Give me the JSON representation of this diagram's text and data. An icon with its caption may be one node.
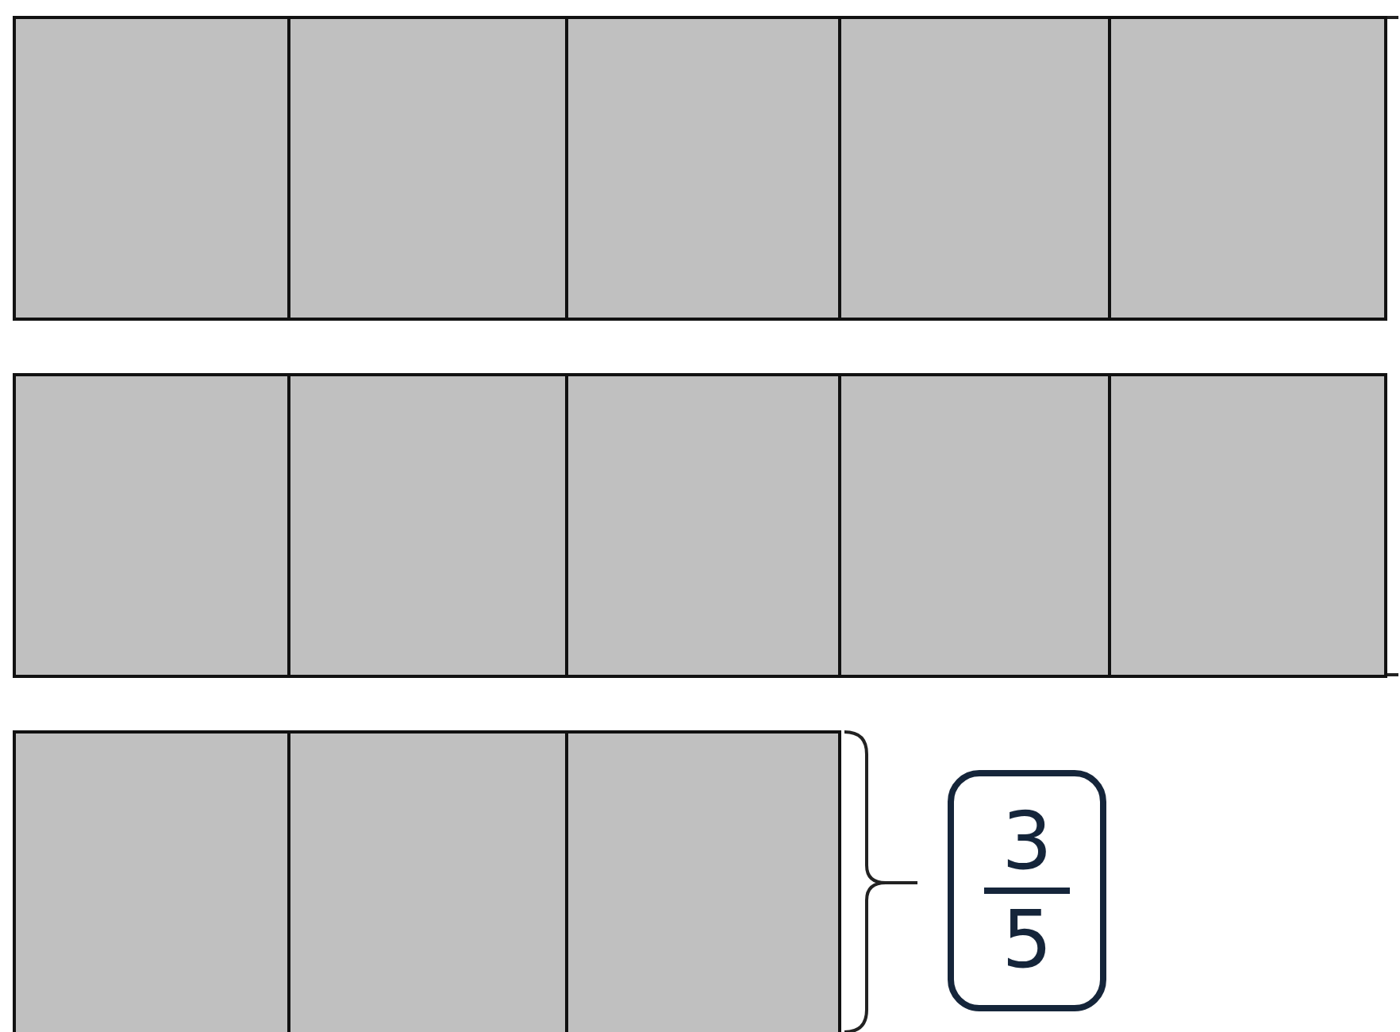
{
  "diagram": {
    "nodes": [
      {
        "text": [],
        "shape": "box"
      },
      {
        "text": [],
        "shape": "box"
      },
      {
        "text": [],
        "shape": "box"
      },
      {
        "text": [],
        "shape": "box"
      },
      {
        "text": [],
        "shape": "box"
      },
      {
        "text": [],
        "shape": "box"
      },
      {
        "text": [],
        "shape": "box"
      },
      {
        "text": [],
        "shape": "box"
      },
      {
        "text": [],
        "shape": "box"
      },
      {
        "text": [],
        "shape": "box"
      },
      {
        "text": [],
        "shape": "box"
      },
      {
        "text": [],
        "shape": "box"
      },
      {
        "text": [],
        "shape": "box"
      },
      {
        "text": [
          "3",
          "5"
        ]
      }
    ],
    "edges": []
  }
}
